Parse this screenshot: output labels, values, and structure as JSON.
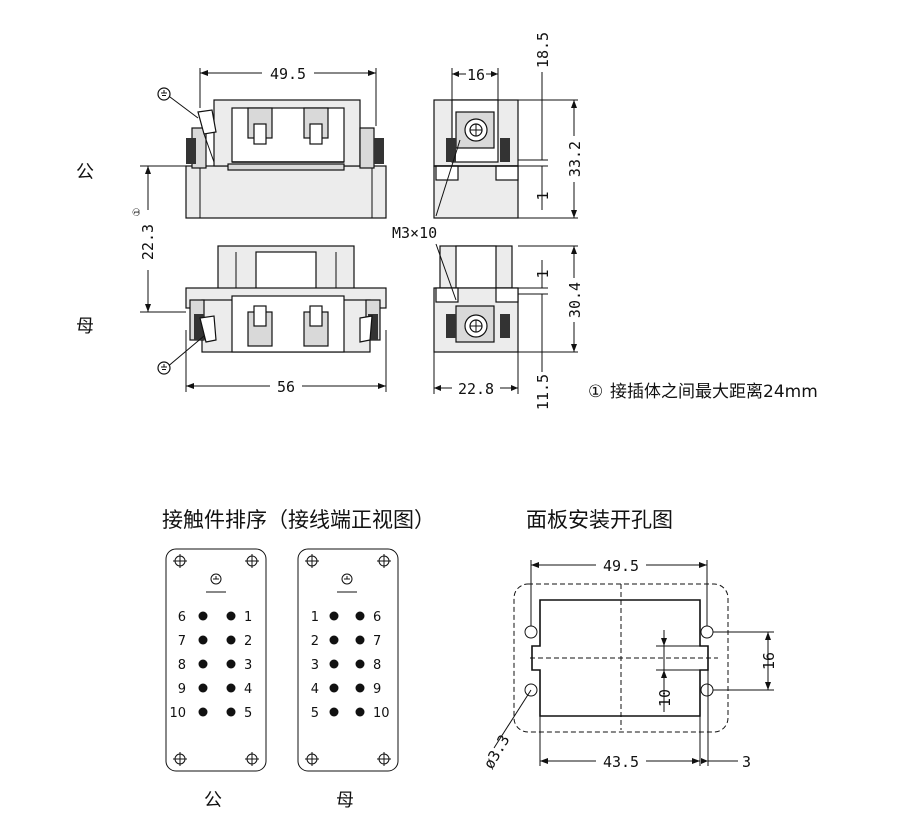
{
  "labels": {
    "male": "公",
    "female": "母",
    "note_circle": "①",
    "note": "接插体之间最大距离24mm",
    "screw": "M3×10",
    "contact_title": "接触件排序（接线端正视图）",
    "cutout_title": "面板安装开孔图",
    "male_bottom": "公",
    "female_bottom": "母"
  },
  "dims": {
    "width_top": "49.5",
    "gap": "22.3",
    "width_bottom": "56",
    "side_16": "16",
    "side_18_5": "18.5",
    "side_33_2": "33.2",
    "side_1a": "1",
    "side_1b": "1",
    "side_30_4": "30.4",
    "side_22_8": "22.8",
    "side_11_5": "11.5",
    "cut_49_5": "49.5",
    "cut_43_5": "43.5",
    "cut_3": "3",
    "cut_16": "16",
    "cut_10": "10",
    "cut_hole": "ø3.3"
  },
  "male_pins": {
    "left": [
      "6",
      "7",
      "8",
      "9",
      "10"
    ],
    "right": [
      "1",
      "2",
      "3",
      "4",
      "5"
    ]
  },
  "female_pins": {
    "left": [
      "1",
      "2",
      "3",
      "4",
      "5"
    ],
    "right": [
      "6",
      "7",
      "8",
      "9",
      "10"
    ]
  },
  "icons": [
    "ground-icon",
    "crosshair-hole-icon",
    "contact-dot-icon"
  ]
}
